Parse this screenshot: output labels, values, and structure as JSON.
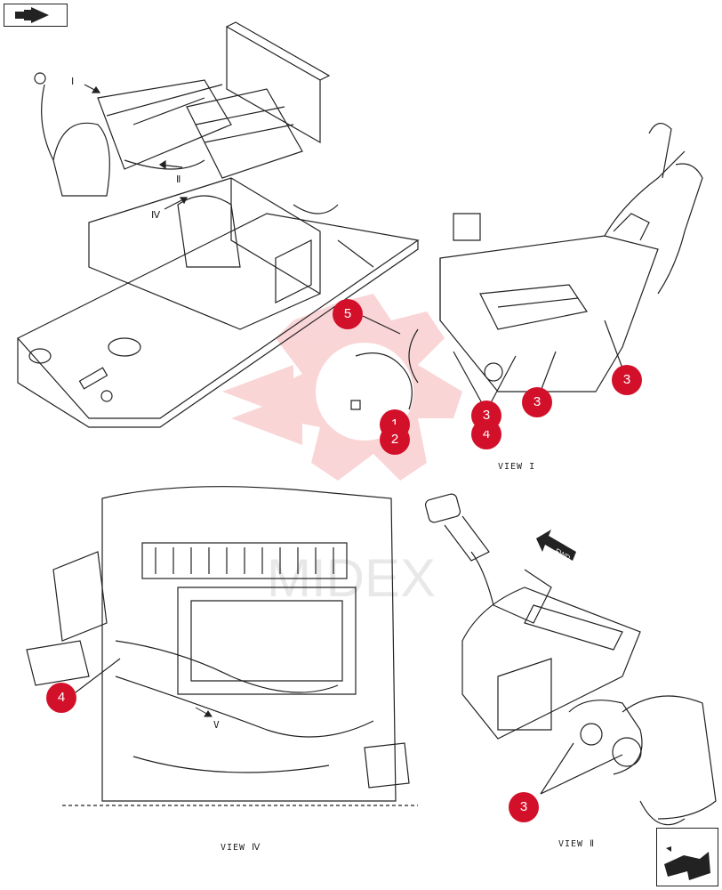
{
  "colors": {
    "accent": "#d3102a",
    "watermark": "#f6b3b6",
    "line": "#222222"
  },
  "nav": {
    "back_icon": "arrow-back-icon",
    "forward_icon": "arrow-forward-icon"
  },
  "views": {
    "view1": "VIEW I",
    "view4": "VIEW Ⅳ",
    "view2": "VIEW Ⅱ"
  },
  "arrow_labels": {
    "i": "Ⅰ",
    "ii": "Ⅱ",
    "iv": "Ⅳ",
    "v": "V"
  },
  "fwd_label": "FWD",
  "watermark_text": "MIDEX",
  "callouts": [
    "5",
    "1",
    "2",
    "3",
    "3",
    "3",
    "4",
    "4",
    "3"
  ]
}
